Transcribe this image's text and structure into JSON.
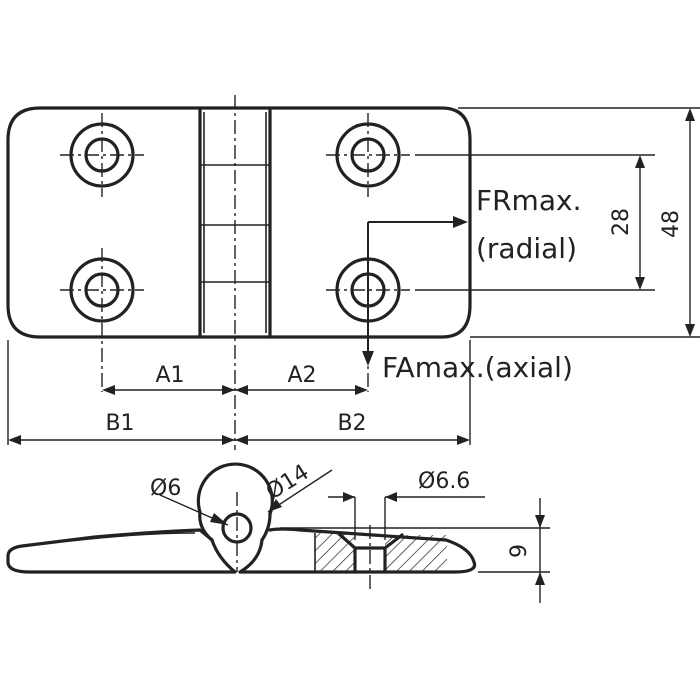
{
  "dimensions": {
    "a1": "A1",
    "a2": "A2",
    "b1": "B1",
    "b2": "B2",
    "hole_spacing": "28",
    "height": "48",
    "pin_diameter": "Ø6",
    "knuckle_diameter": "Ø14",
    "hole_diameter": "Ø6.6",
    "thickness": "9"
  },
  "forces": {
    "radial_line1": "FRmax.",
    "radial_line2": "(radial)",
    "axial": "FAmax.(axial)"
  }
}
